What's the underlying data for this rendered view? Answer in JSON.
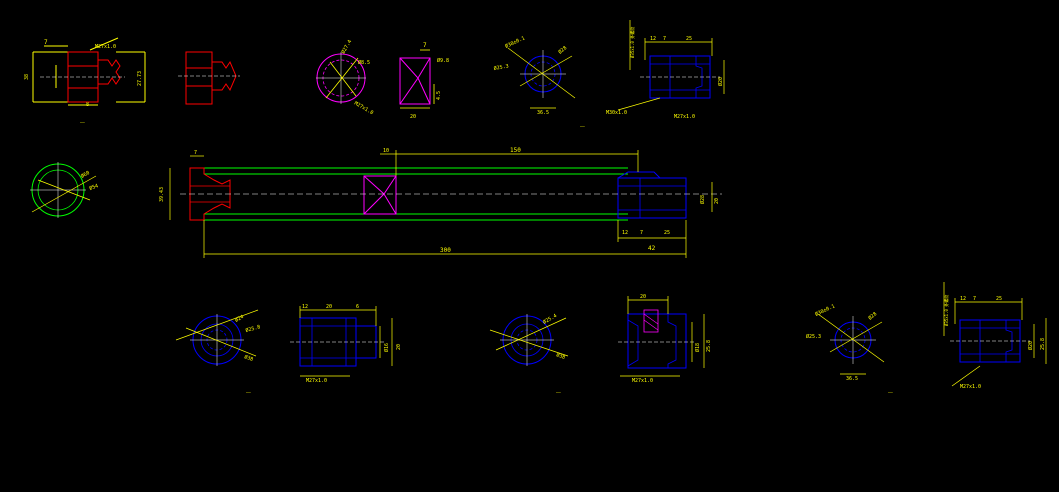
{
  "colors": {
    "background": "#000000",
    "dimension": "#ffff00",
    "red_part": "#ff0000",
    "blue_part": "#0000ff",
    "magenta_part": "#ff00ff",
    "green_part": "#00ff00",
    "white_lines": "#ffffff"
  },
  "dims": {
    "d7": "7",
    "d8": "8",
    "d150": "150",
    "d10": "10",
    "d300": "300",
    "d42": "42",
    "d12": "12",
    "d25": "25",
    "d20": "20",
    "d45": "4.5",
    "d6": "6",
    "m27": "M27x1.0",
    "m30": "M30x1.0"
  }
}
